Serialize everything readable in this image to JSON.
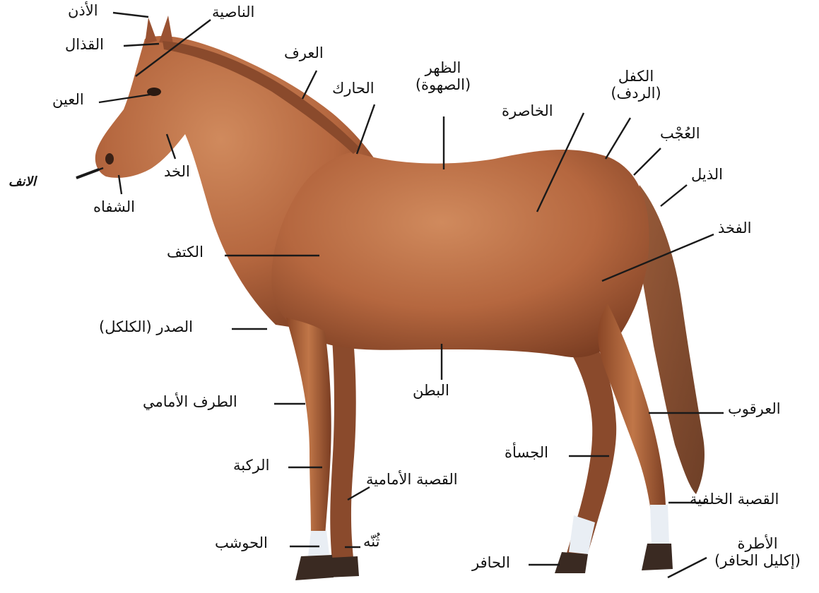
{
  "colors": {
    "coat": "#b5673f",
    "coat_dark": "#7a3d22",
    "coat_light": "#d08a5d",
    "mane": "#8a4a2c",
    "tail": "#8e5536",
    "hoof": "#3a2a22",
    "sock": "#e9eef4",
    "line": "#1a1a1a"
  },
  "labels": {
    "ear": "الأذن",
    "forelock": "الناصية",
    "poll": "القذال",
    "mane": "العرف",
    "withers": "الحارك",
    "back_1": "الظهر",
    "back_2": "(الصهوة)",
    "croup_1": "الكفل",
    "croup_2": "(الردف)",
    "eye": "العين",
    "flank": "الخاصرة",
    "dock": "العُجْب",
    "tail": "الذيل",
    "nose": "الانف",
    "cheek": "الخد",
    "lips": "الشفاه",
    "thigh": "الفخذ",
    "shoulder": "الكتف",
    "chest": "الصدر (الكلكل)",
    "belly": "البطن",
    "forelimb": "الطرف الأمامي",
    "hock": "العرقوب",
    "gaskin": "الجسأة",
    "knee": "الركبة",
    "fore_cannon": "القصبة الأمامية",
    "hind_cannon": "القصبة الخلفية",
    "fetlock_tuft": "ثُنّه",
    "pastern": "الحوشب",
    "hoof": "الحافر",
    "coronet_1": "الأطرة",
    "coronet_2": "(إكليل الحافر)"
  }
}
